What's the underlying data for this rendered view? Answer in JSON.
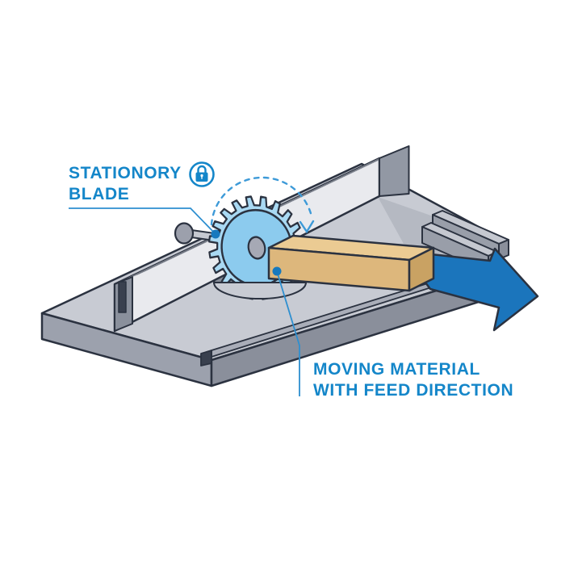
{
  "diagram": {
    "type": "table-saw-safety-illustration",
    "labels": {
      "stationary_blade": {
        "line1": "STATIONORY",
        "line2": "BLADE"
      },
      "moving_material": {
        "line1": "MOVING MATERIAL",
        "line2": "WITH FEED DIRECTION"
      }
    },
    "icons": {
      "lock": "padlock-in-circle",
      "rotation": "dashed-clockwise-arc-arrow",
      "feed": "large-right-arrow"
    },
    "colors": {
      "label_text": "#1486c9",
      "leader_line": "#2e8fd0",
      "leader_dot": "#1779be",
      "rotation_arc": "#3d9ad8",
      "arrow_fill": "#1b75bc",
      "blade_teeth": "#a9d9f3",
      "blade_disc": "#8ccbee",
      "blade_hub": "#a6a9b5",
      "wood_top": "#ebcb93",
      "wood_front": "#ddb77c",
      "wood_end": "#c9a263",
      "table_top": "#c8cbd3",
      "table_front_left": "#9ca1ad",
      "table_front_right": "#8a8f9b",
      "fence_face": "#e9eaee",
      "outline": "#2b3240",
      "background": "#ffffff"
    }
  }
}
